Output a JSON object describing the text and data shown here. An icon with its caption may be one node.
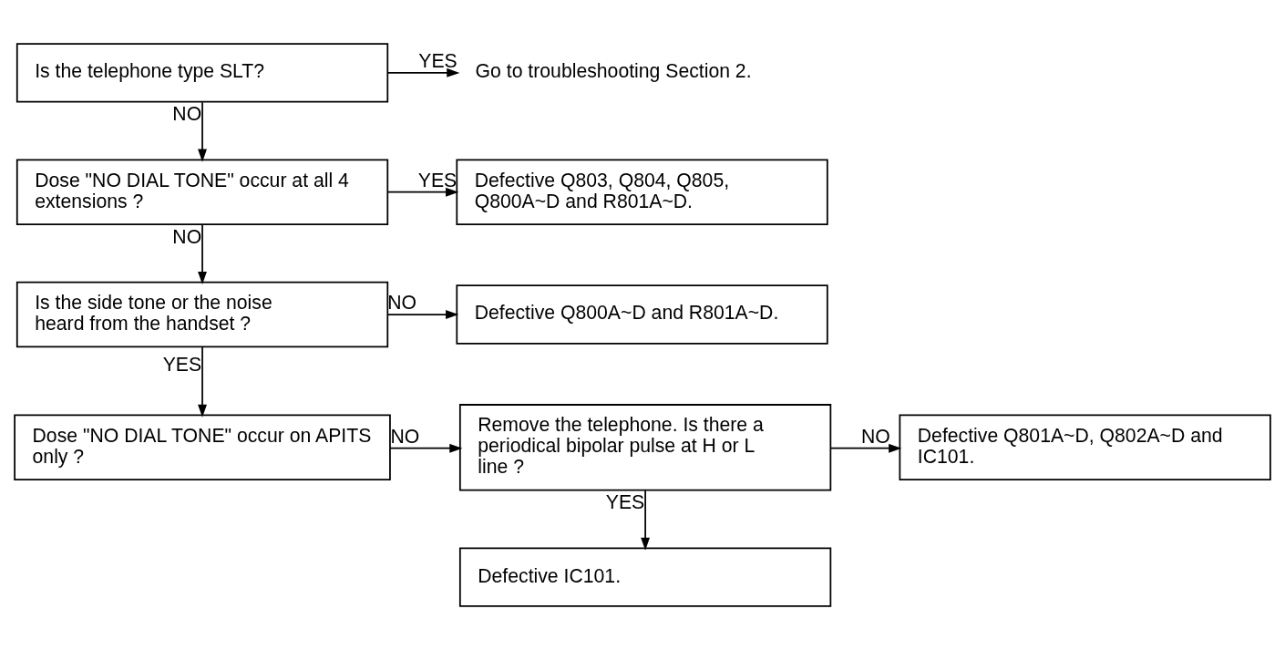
{
  "diagram": {
    "nodes": [
      {
        "text": [
          "Is the telephone type SLT?"
        ]
      },
      {
        "text": [
          "Go to troubleshooting Section 2."
        ]
      },
      {
        "text": [
          "Dose \"NO DIAL TONE\" occur at all 4 extensions ?"
        ]
      },
      {
        "text": [
          "Defective Q803, Q804, Q805, Q800A~D and R801A~D."
        ]
      },
      {
        "text": [
          "Is the side tone or the noise heard from the handset ?"
        ]
      },
      {
        "text": [
          "Defective Q800A~D and R801A~D."
        ]
      },
      {
        "text": [
          "Dose \"NO DIAL TONE\" occur on APITS only ?"
        ]
      },
      {
        "text": [
          "Remove the telephone. Is there a periodical bipolar pulse at H or L line ?"
        ]
      },
      {
        "text": [
          "Defective Q801A~D, Q802A~D and IC101."
        ]
      },
      {
        "text": [
          "Defective IC101."
        ]
      }
    ],
    "edges": [
      {
        "from": 0,
        "to": 1,
        "arrow": "to",
        "label": "YES"
      },
      {
        "from": 0,
        "to": 2,
        "arrow": "to",
        "label": "NO"
      },
      {
        "from": 2,
        "to": 3,
        "arrow": "to",
        "label": "YES"
      },
      {
        "from": 2,
        "to": 4,
        "arrow": "to",
        "label": "NO"
      },
      {
        "from": 4,
        "to": 5,
        "arrow": "to",
        "label": "NO"
      },
      {
        "from": 4,
        "to": 6,
        "arrow": "to",
        "label": "YES"
      },
      {
        "from": 6,
        "to": 7,
        "arrow": "to",
        "label": "NO"
      },
      {
        "from": 7,
        "to": 8,
        "arrow": "to",
        "label": "NO"
      },
      {
        "from": 7,
        "to": 9,
        "arrow": "to",
        "label": "YES"
      }
    ]
  }
}
